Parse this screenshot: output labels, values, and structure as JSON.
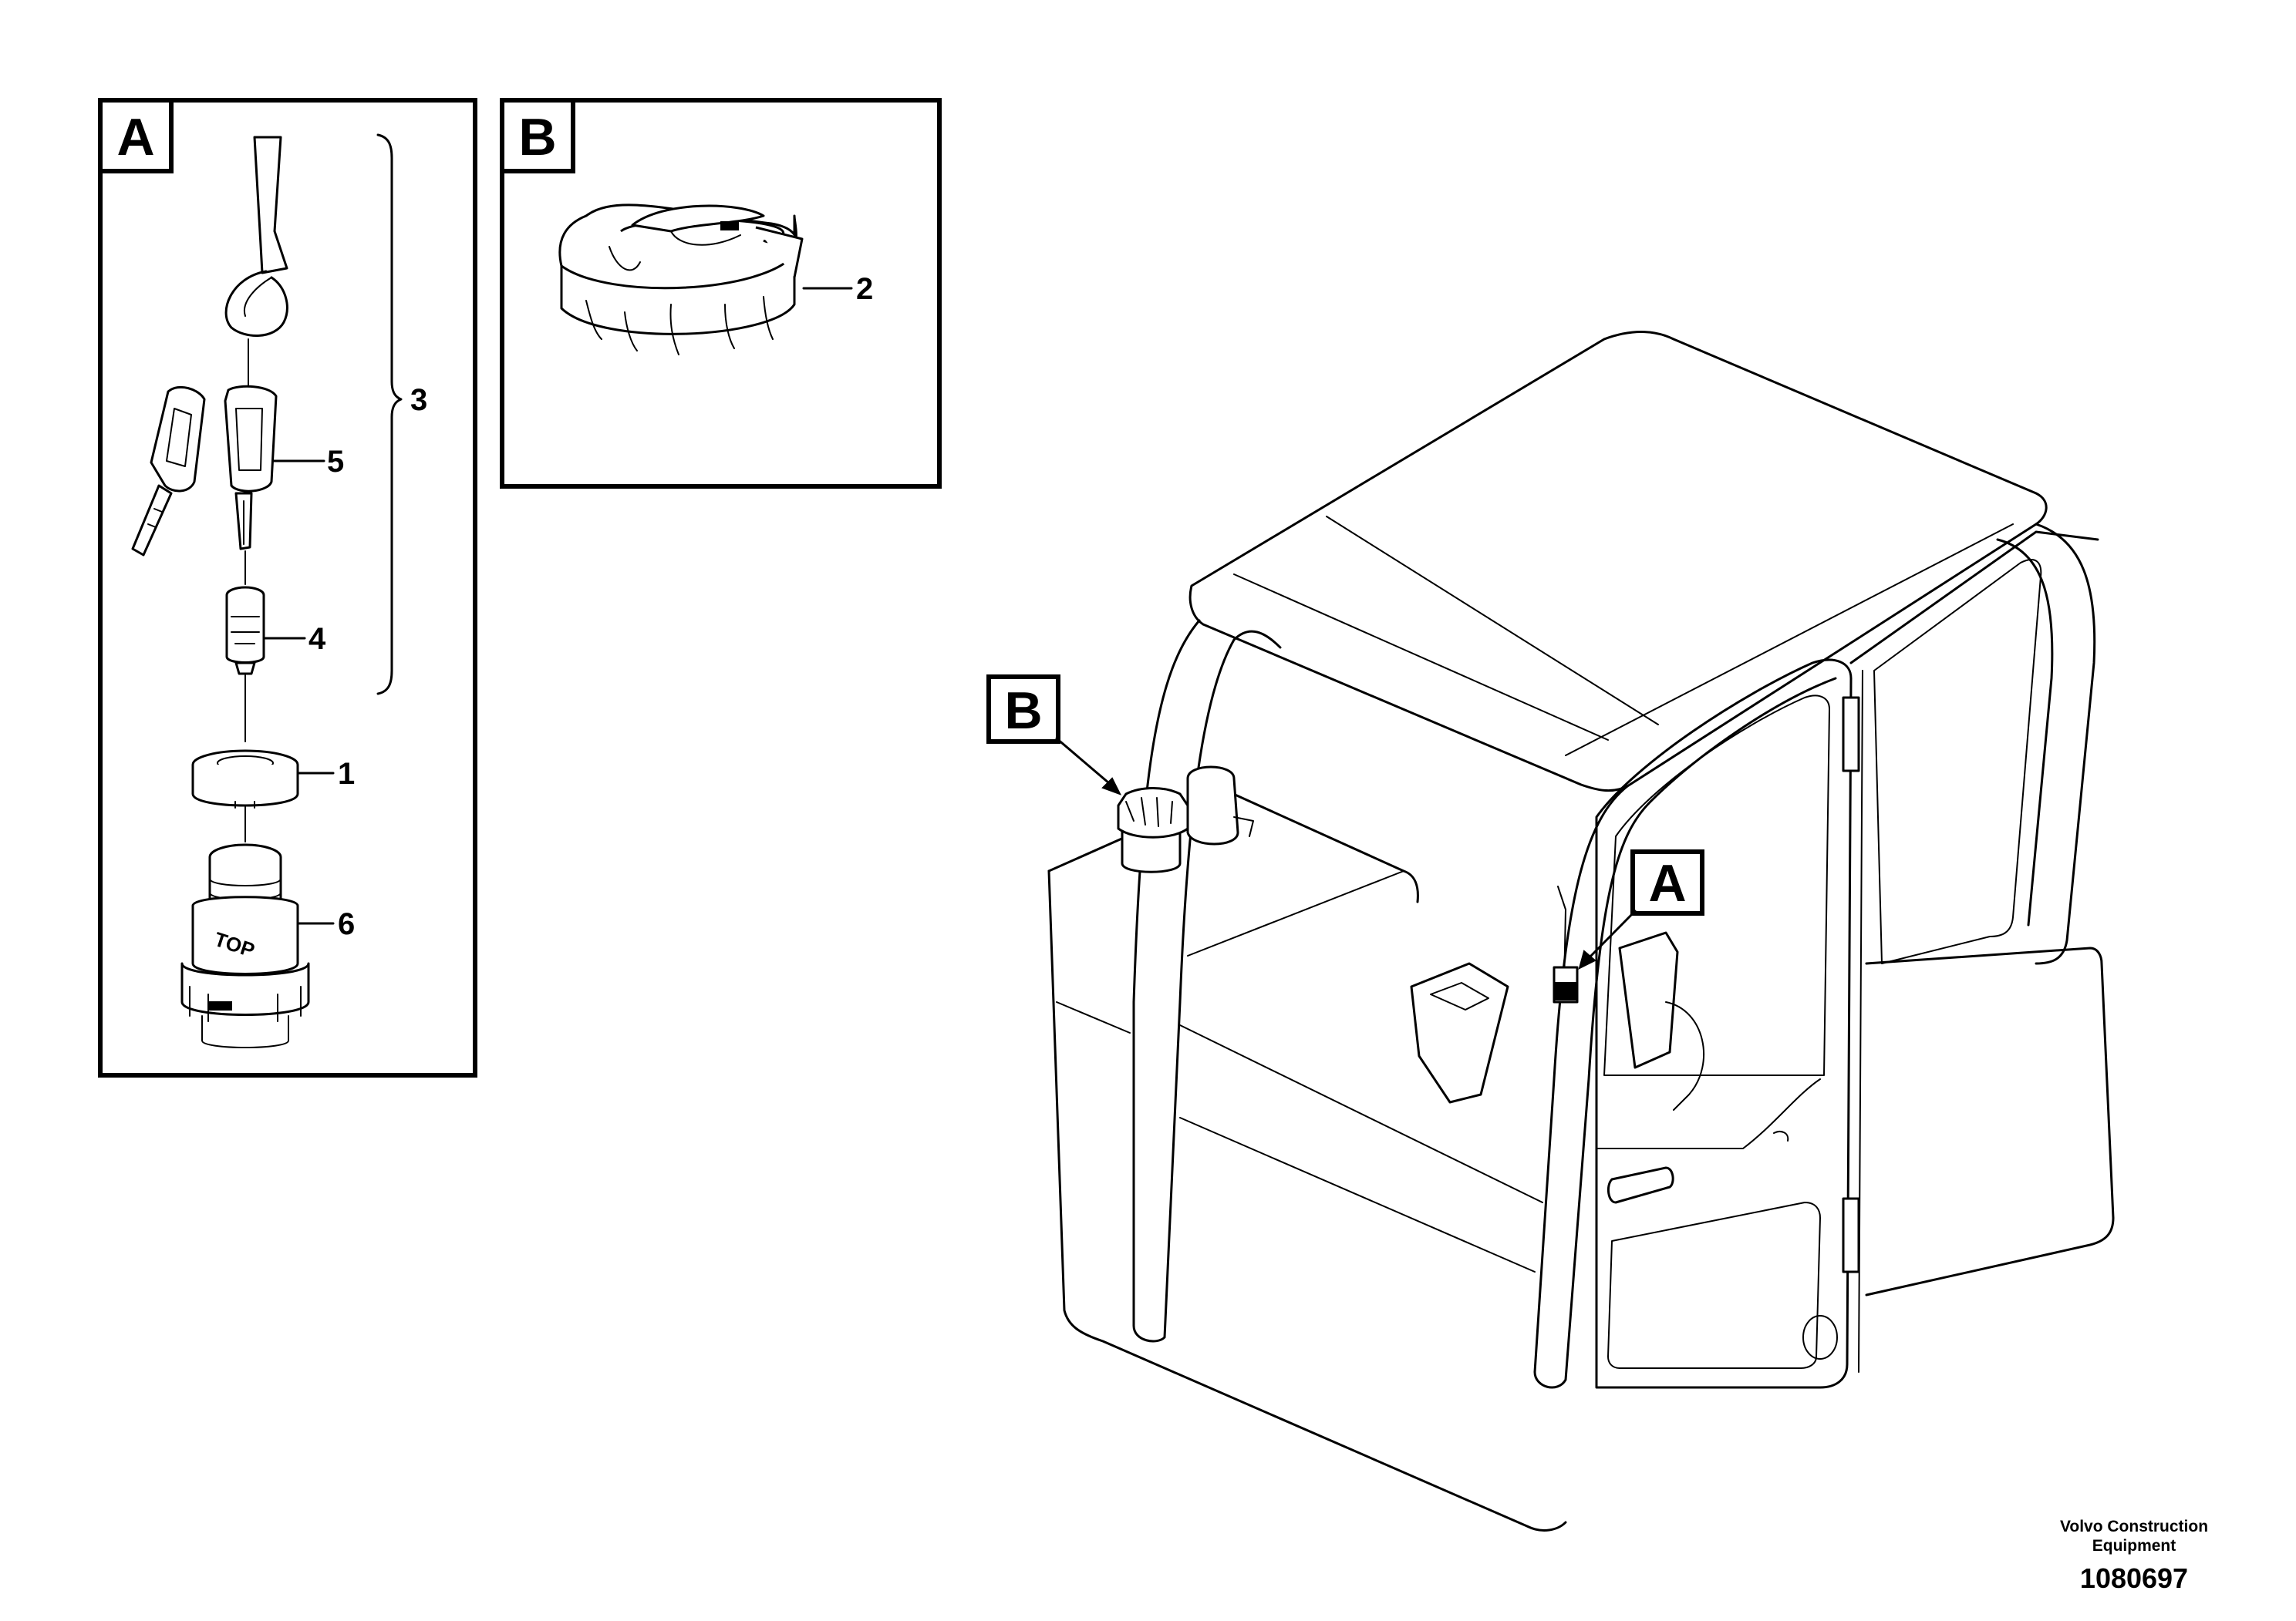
{
  "detail_views": [
    {
      "tag": "A"
    },
    {
      "tag": "B"
    }
  ],
  "part_callouts": [
    {
      "number": "1"
    },
    {
      "number": "2"
    },
    {
      "number": "3"
    },
    {
      "number": "4"
    },
    {
      "number": "5"
    },
    {
      "number": "6"
    }
  ],
  "cab_callouts": [
    {
      "tag": "B"
    },
    {
      "tag": "A"
    }
  ],
  "part_markings": {
    "socket_text": "TOP"
  },
  "footer": {
    "maker_line1": "Volvo Construction",
    "maker_line2": "Equipment",
    "document_number": "1080697"
  }
}
